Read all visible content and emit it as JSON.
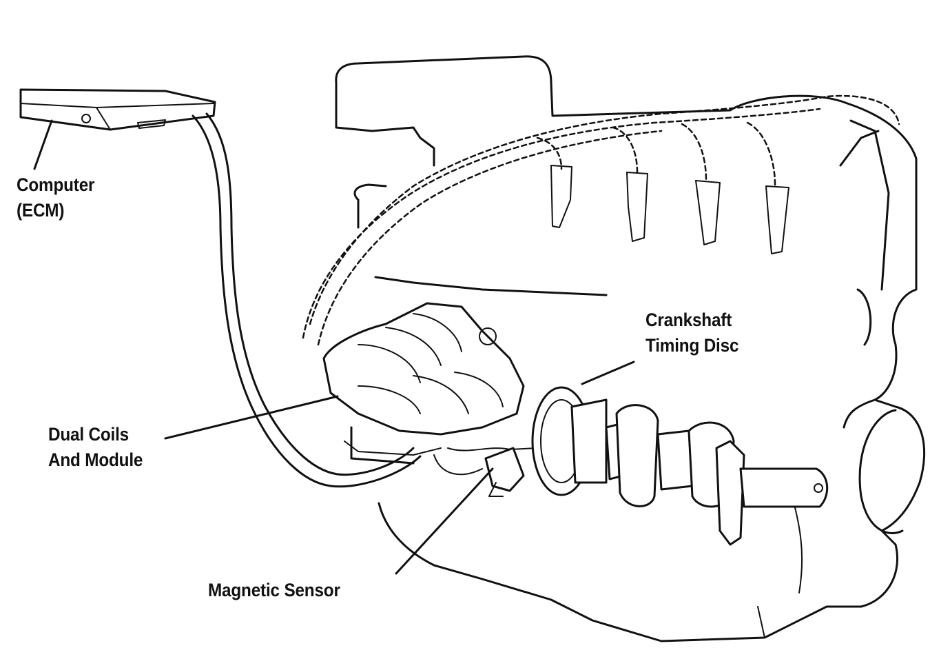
{
  "labels": {
    "ecm": [
      "Computer",
      "(ECM)"
    ],
    "crankshaft_disc": [
      "Crankshaft",
      "Timing Disc"
    ],
    "coils": [
      "Dual Coils",
      "And Module"
    ],
    "sensor": [
      "Magnetic Sensor"
    ]
  },
  "colors": {
    "ink": "#111111",
    "background": "#ffffff"
  }
}
